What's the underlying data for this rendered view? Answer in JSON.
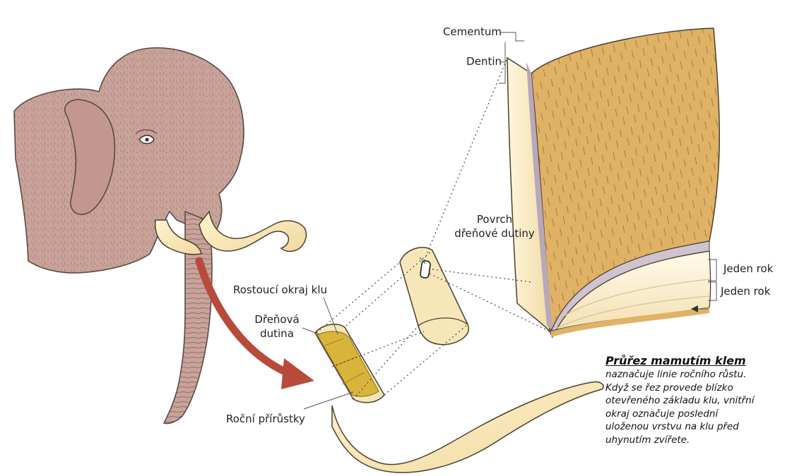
{
  "labels": {
    "cementum": "Cementum",
    "dentin": "Dentin",
    "pulp_surface_1": "Povrch",
    "pulp_surface_2": "dřeňové dutiny",
    "growing_edge": "Rostoucí okraj klu",
    "pulp_cavity_1": "Dřeňová",
    "pulp_cavity_2": "dutina",
    "annual_increments": "Roční přírůstky",
    "one_year_a": "Jeden rok",
    "one_year_b": "Jeden rok"
  },
  "caption": {
    "title": "Průřez mamutím klem",
    "lines": [
      "naznačuje linie ročního růstu.",
      "Když se řez provede blízko",
      "otevřeného základu klu, vnitřní",
      "okraj označuje poslední",
      "uloženou vrstvu na klu před",
      "uhynutím zvířete."
    ]
  },
  "colors": {
    "mammoth_fur": "#c9a39a",
    "fur_outline": "#5a4a46",
    "ivory": "#f7e7b8",
    "ivory_outline": "#4a4030",
    "dentin_top": "#e2b466",
    "cementum_band": "#b8a8b8",
    "pulp_cavity": "#d9b43a",
    "arrow": "#b84a3c"
  }
}
